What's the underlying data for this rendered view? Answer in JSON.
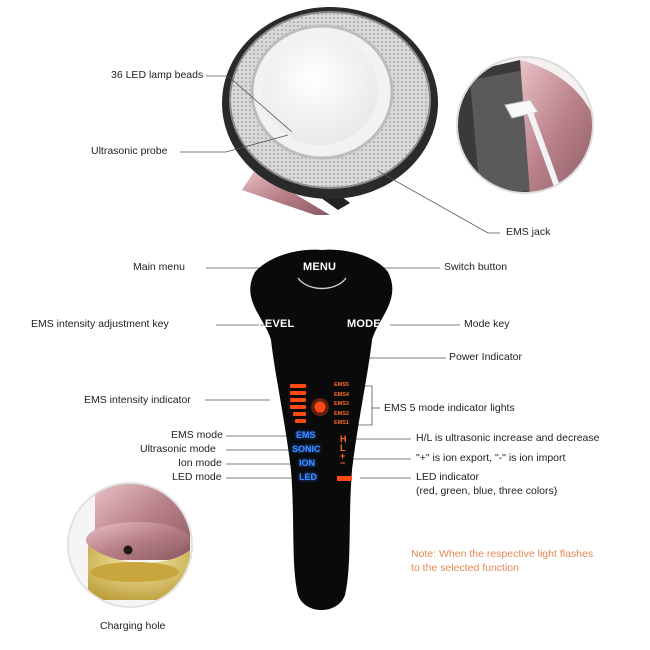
{
  "labels": {
    "led_beads": "36 LED lamp beads",
    "ultrasonic_probe": "Ultrasonic probe",
    "ems_jack": "EMS jack",
    "main_menu": "Main menu",
    "switch_button": "Switch button",
    "ems_intensity_key": "EMS intensity adjustment key",
    "mode_key": "Mode key",
    "power_indicator": "Power Indicator",
    "ems_intensity_indicator": "EMS intensity indicator",
    "ems_mode_lights": "EMS 5 mode indicator lights",
    "ems_mode": "EMS mode",
    "ultrasonic_mode": "Ultrasonic mode",
    "ion_mode": "Ion mode",
    "led_mode": "LED mode",
    "hl_desc": "H/L is ultrasonic increase and decrease",
    "ion_desc": "\"+\" is ion export, \"-\" is ion import",
    "led_indicator_line1": "LED indicator",
    "led_indicator_line2": "(red, green, blue, three colors)",
    "charging_hole": "Charging hole"
  },
  "note": {
    "line1": "Note: When the respective light flashes",
    "line2": "to the selected function"
  },
  "device": {
    "menu": "MENU",
    "level": "LEVEL",
    "mode": "MODE",
    "blue_labels": [
      "EMS",
      "SONIC",
      "ION",
      "LED"
    ],
    "ems_modes": [
      "EMS5",
      "EMS4",
      "EMS3",
      "EMS2",
      "EMS1"
    ],
    "h": "H",
    "l": "L",
    "plus": "+",
    "minus": "−"
  },
  "colors": {
    "device_body": "#0b0b0b",
    "blue_led": "#3f8cff",
    "orange_led": "#ff6a2a",
    "note": "#e58a55",
    "rose_metal": "#c8939c"
  }
}
